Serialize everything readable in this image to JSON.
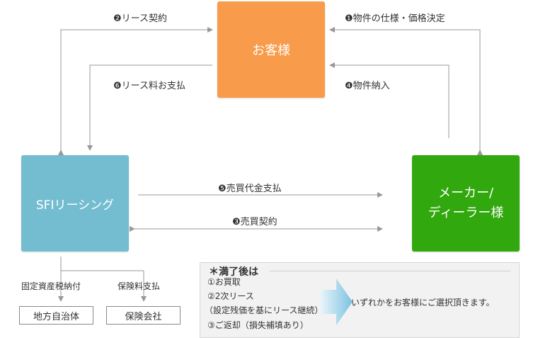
{
  "nodes": {
    "customer": "お客様",
    "sfi": "SFIリーシング",
    "maker_line1": "メーカー/",
    "maker_line2": "ディーラー様"
  },
  "flows": [
    {
      "num": "❷",
      "text": "リース契約"
    },
    {
      "num": "❶",
      "text": "物件の仕様・価格決定"
    },
    {
      "num": "❻",
      "text": "リース料お支払"
    },
    {
      "num": "❹",
      "text": "物件納入"
    },
    {
      "num": "❺",
      "text": "売買代金支払"
    },
    {
      "num": "❸",
      "text": "売買契約"
    }
  ],
  "payments": {
    "tax_label": "固定資産税納付",
    "insurance_label": "保険料支払",
    "local_gov": "地方自治体",
    "insurer": "保険会社"
  },
  "expiry": {
    "title": "＊満了後は",
    "options": [
      "①お買取",
      "②2次リース",
      "（設定残価を基にリース継続）",
      "③ご返却（損失補填あり）"
    ],
    "conclusion": "いずれかをお客様にご選択頂きます。"
  },
  "colors": {
    "customer": "#f89b4a",
    "sfi": "#74bdd1",
    "maker": "#31a80e",
    "arrow": "#999999"
  }
}
